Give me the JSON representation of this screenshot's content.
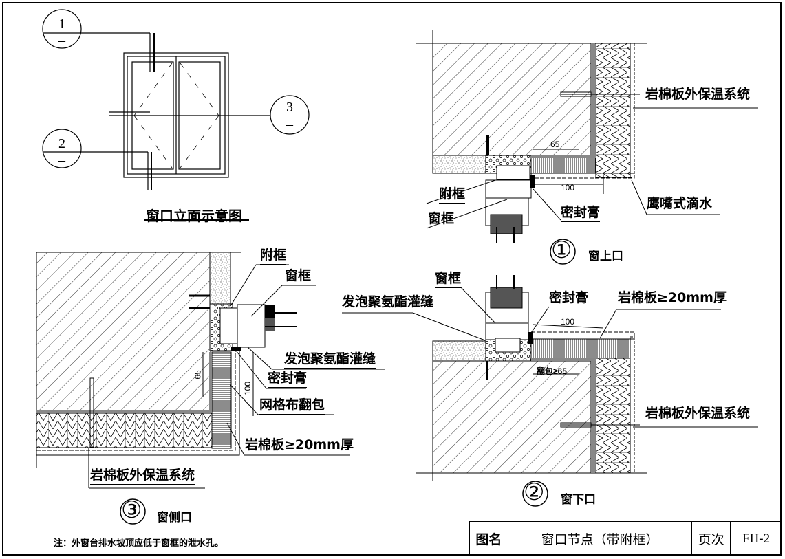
{
  "elevation": {
    "title": "窗口立面示意图",
    "markers": [
      {
        "num": "1",
        "sub": "–"
      },
      {
        "num": "2",
        "sub": "–"
      },
      {
        "num": "3",
        "sub": "–"
      }
    ]
  },
  "detail_top": {
    "number": "①",
    "title": "窗上口",
    "labels": {
      "subframe": "附框",
      "window_frame": "窗框",
      "sealant": "密封膏",
      "insulation_system": "岩棉板外保温系统",
      "drip": "鹰嘴式滴水"
    },
    "dims": {
      "d65": "65",
      "d100": "100"
    }
  },
  "detail_bottom": {
    "number": "②",
    "title": "窗下口",
    "labels": {
      "window_frame": "窗框",
      "foam": "发泡聚氨酯灌缝",
      "sealant": "密封膏",
      "rockwool": "岩棉板≥20mm厚",
      "insulation_system": "岩棉板外保温系统"
    },
    "dims": {
      "d100": "100",
      "wrap": "翻包≥65"
    }
  },
  "detail_side": {
    "number": "③",
    "title": "窗侧口",
    "labels": {
      "subframe": "附框",
      "window_frame": "窗框",
      "foam": "发泡聚氨酯灌缝",
      "sealant": "密封膏",
      "mesh": "网格布翻包",
      "rockwool": "岩棉板≥20mm厚",
      "insulation_system": "岩棉板外保温系统"
    },
    "dims": {
      "d65": "65",
      "d100": "100"
    }
  },
  "note": "注：外窗台排水坡顶应低于窗框的泄水孔。",
  "title_block": {
    "name_label": "图名",
    "name": "窗口节点（带附框）",
    "page_label": "页次",
    "page": "FH-2"
  }
}
